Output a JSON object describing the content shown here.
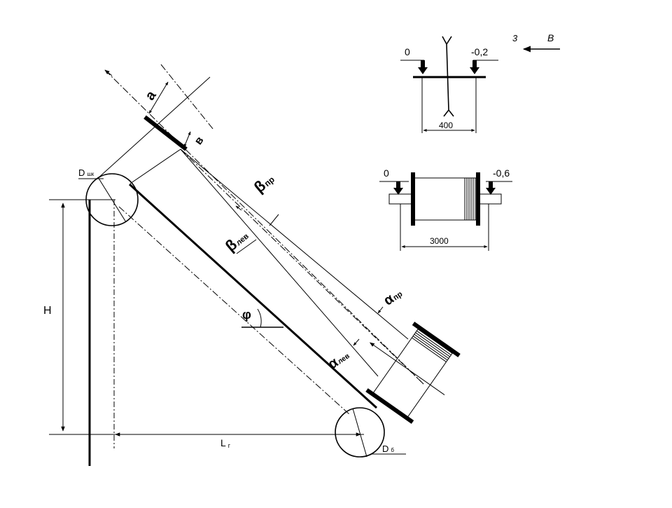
{
  "diagram": {
    "labels": {
      "a": "a",
      "b": "в",
      "beta_pr": "β",
      "beta_pr_sub": "пр",
      "beta_lev": "β",
      "beta_lev_sub": "лев",
      "alpha_pr": "α",
      "alpha_pr_sub": "пр",
      "alpha_lev": "α",
      "alpha_lev_sub": "лев",
      "phi": "φ",
      "H": "H",
      "L": "L",
      "L_sub": "г",
      "D_top": "D",
      "D_top_sub": "шк",
      "D_bottom": "D",
      "D_bottom_sub": "б"
    },
    "inset_top": {
      "left_mark": "0",
      "right_mark": "-0,2",
      "dimension": "400",
      "view_number": "3",
      "view_letter": "В"
    },
    "inset_drum": {
      "left_mark": "0",
      "right_mark": "-0,6",
      "dimension": "3000"
    }
  }
}
